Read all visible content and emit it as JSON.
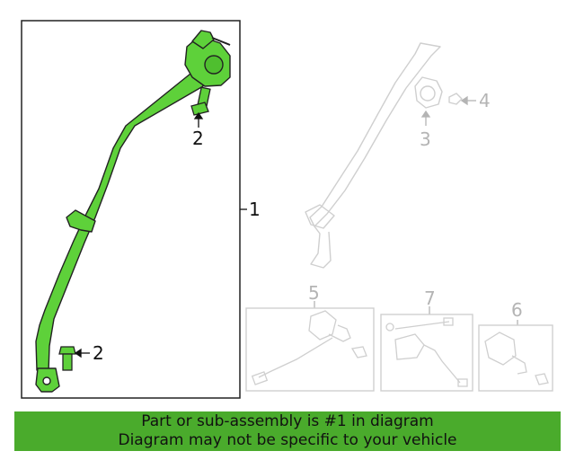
{
  "diagram": {
    "callouts": {
      "c1": "1",
      "c2a": "2",
      "c2b": "2",
      "c3": "3",
      "c4": "4",
      "c5": "5",
      "c6": "6",
      "c7": "7"
    }
  },
  "colors": {
    "highlight_part": "#5ed13a",
    "outline": "#222222",
    "faded": "#cfcfcf",
    "banner": "#4aab2c"
  },
  "banner": {
    "line1": "Part or sub-assembly is #1 in diagram",
    "line2": "Diagram may not be specific to your vehicle"
  }
}
